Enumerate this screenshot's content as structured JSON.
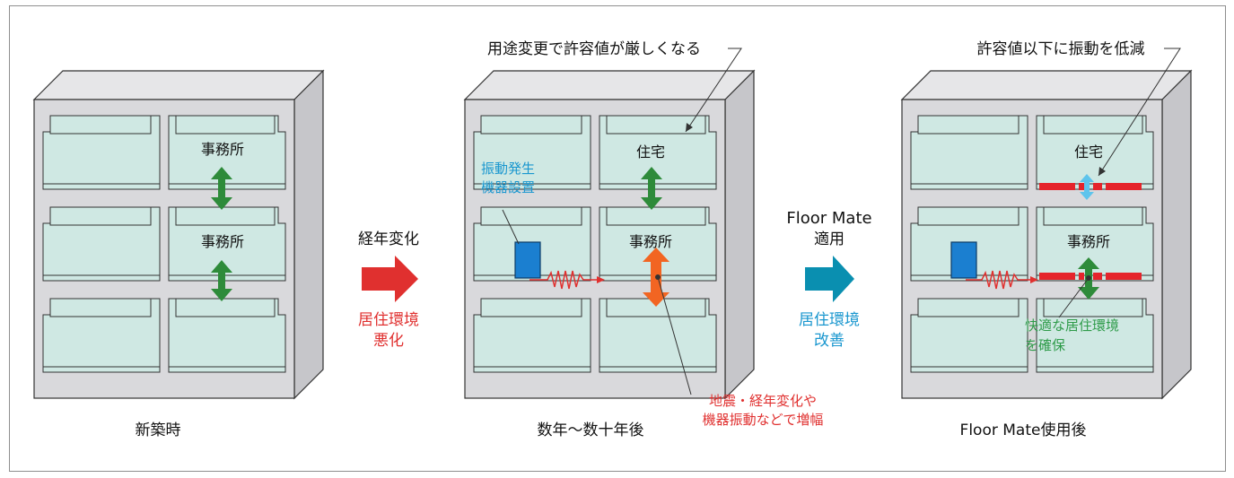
{
  "colors": {
    "frame": "#8f8f8f",
    "wall_front": "#d9d9dc",
    "wall_side": "#c6c6ca",
    "wall_top": "#e6e6e8",
    "room_fill": "#cfe8e3",
    "arrow_green": "#2e8b3a",
    "arrow_orange": "#f26522",
    "arrow_lightblue": "#5ec4ec",
    "arrow_red": "#e0302f",
    "arrow_teal": "#0a8fb0",
    "text_red": "#e0302f",
    "text_blue": "#1a97cf",
    "text_green": "#2e9b49",
    "device_blue": "#1b7fd0",
    "damper_red": "#e5242b"
  },
  "panels": [
    {
      "caption": "新築時",
      "room_labels": {
        "top": "事務所",
        "middle": "事務所"
      }
    },
    {
      "caption": "数年～数十年後",
      "room_labels": {
        "top": "住宅",
        "middle": "事務所"
      },
      "callout_top": "用途変更で許容値が厳しくなる",
      "device_label_line1": "振動発生",
      "device_label_line2": "機器設置",
      "callout_bottom_line1": "地震・経年変化や",
      "callout_bottom_line2": "機器振動などで増幅"
    },
    {
      "caption": "Floor Mate使用後",
      "room_labels": {
        "top": "住宅",
        "middle": "事務所"
      },
      "callout_top": "許容値以下に振動を低減",
      "comfort_line1": "快適な居住環境",
      "comfort_line2": "を確保"
    }
  ],
  "transitions": [
    {
      "top": "経年変化",
      "bottom_line1": "居住環境",
      "bottom_line2": "悪化"
    },
    {
      "top_line1": "Floor Mate",
      "top_line2": "適用",
      "bottom_line1": "居住環境",
      "bottom_line2": "改善"
    }
  ]
}
